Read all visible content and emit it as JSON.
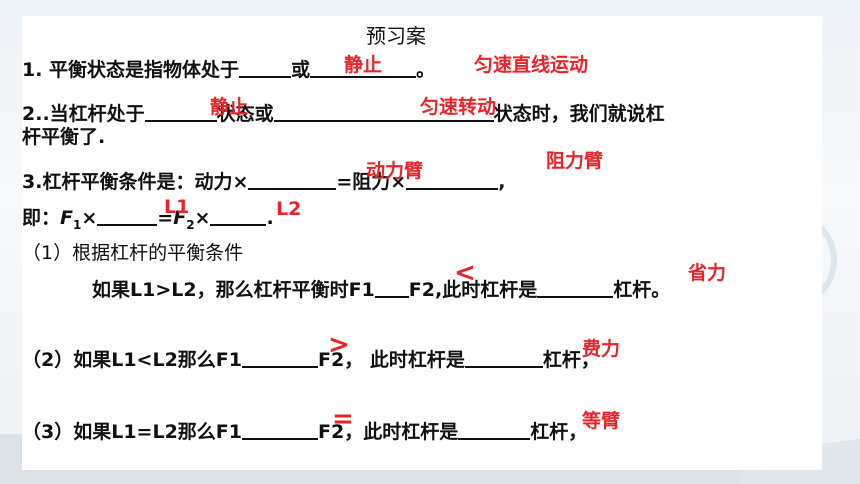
{
  "title": "预习案",
  "q1": {
    "prefix": "1.  平衡状态是指物体处于",
    "mid": "或",
    "suffix": "。",
    "answers": [
      "静止",
      "匀速直线运动"
    ]
  },
  "q2": {
    "prefix": "2..当杠杆处于",
    "mid": "状态或",
    "suffix": "状态时，我们就说杠",
    "line2": "杆平衡了.",
    "answers": [
      "静止",
      "匀速转动"
    ]
  },
  "q3": {
    "prefix": "3.杠杆平衡条件是：动力×",
    "mid": "=阻力×",
    "suffix": ",",
    "answers": [
      "动力臂",
      "阻力臂"
    ]
  },
  "formula": {
    "prefix": "即：",
    "f1": "F",
    "sub1": "1",
    "times": "×",
    "eq": "=",
    "f2": "F",
    "sub2": "2",
    "end": ".",
    "answers": [
      "L1",
      "L2"
    ]
  },
  "p1": {
    "heading": "（1）根据杠杆的平衡条件",
    "line_a": "如果L1>L2，那么杠杆平衡时F1",
    "line_b": "F2,此时杠杆是",
    "line_c": "杠杆。",
    "answers": [
      "<",
      "省力"
    ]
  },
  "p2": {
    "line_a": "（2）如果L1<L2那么F1",
    "line_b": "F2，  此时杠杆是",
    "line_c": "杠杆，",
    "answers": [
      ">",
      "费力"
    ]
  },
  "p3": {
    "line_a": "（3）如果L1=L2那么F1",
    "line_b": "F2，此时杠杆是",
    "line_c": "杠杆，",
    "answers": [
      "=",
      "等臂"
    ]
  },
  "colors": {
    "answer": "#e8242a",
    "text": "#111111"
  }
}
